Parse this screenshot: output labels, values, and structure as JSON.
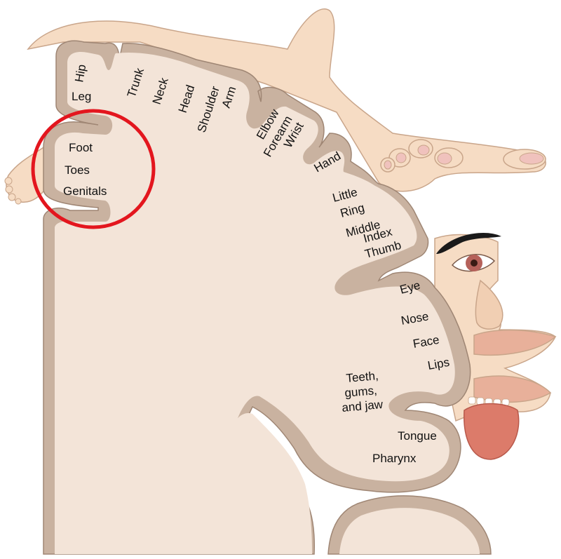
{
  "labels": {
    "hip": "Hip",
    "leg": "Leg",
    "trunk": "Trunk",
    "neck": "Neck",
    "head": "Head",
    "shoulder": "Shoulder",
    "arm": "Arm",
    "elbow": "Elbow",
    "forearm": "Forearm",
    "wrist": "Wrist",
    "hand": "Hand",
    "little": "Little",
    "ring": "Ring",
    "middle": "Middle",
    "index": "Index",
    "thumb": "Thumb",
    "eye": "Eye",
    "nose": "Nose",
    "face": "Face",
    "lips": "Lips",
    "teeth_line1": "Teeth,",
    "teeth_line2": "gums,",
    "teeth_line3": "and jaw",
    "tongue": "Tongue",
    "pharynx": "Pharynx",
    "foot": "Foot",
    "toes": "Toes",
    "genitals": "Genitals"
  },
  "colors": {
    "skin": "#f6dcc4",
    "skin_outline": "#c9a58a",
    "cortex_band": "#c9b2a0",
    "cortex_inner": "#f3e4d8",
    "highlight_circle": "#e3161e",
    "eyebrow": "#1a1a1a",
    "iris": "#b5615a",
    "lips": "#e8b09a",
    "tongue": "#dc7b6a"
  }
}
